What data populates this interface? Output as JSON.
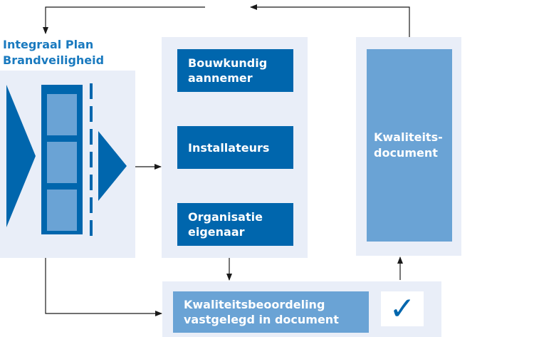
{
  "title": "Integraal Plan\nBrandveiligheid",
  "parties": [
    {
      "label": "Bouwkundig\naannemer"
    },
    {
      "label": "Installateurs"
    },
    {
      "label": "Organisatie\neigenaar"
    }
  ],
  "quality_document": "Kwaliteits-\ndocument",
  "assessment": "Kwaliteitsbeoordeling\nvastgelegd in document",
  "check_icon": "checkmark-icon",
  "colors": {
    "dark_blue": "#0066ad",
    "light_blue": "#6aa3d5",
    "panel": "#e9eef8",
    "title": "#1a7abf"
  }
}
